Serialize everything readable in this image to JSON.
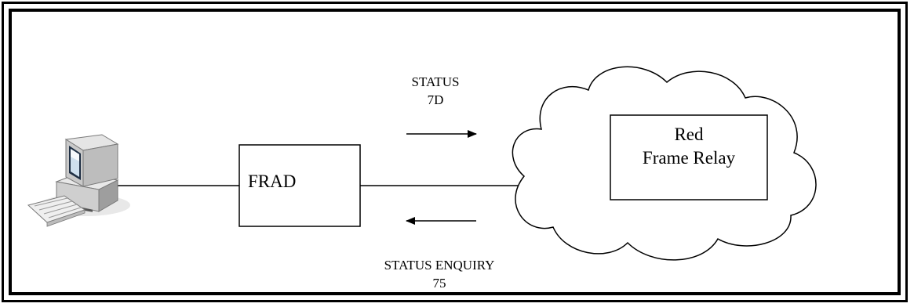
{
  "status_label": {
    "line1": "STATUS",
    "line2": "7D"
  },
  "enquiry_label": {
    "line1": "STATUS ENQUIRY",
    "line2": "75"
  },
  "frad": {
    "label": "FRAD"
  },
  "network": {
    "line1": "Red",
    "line2": "Frame Relay"
  },
  "icons": {
    "computer": "desktop-computer-icon",
    "cloud": "network-cloud"
  }
}
